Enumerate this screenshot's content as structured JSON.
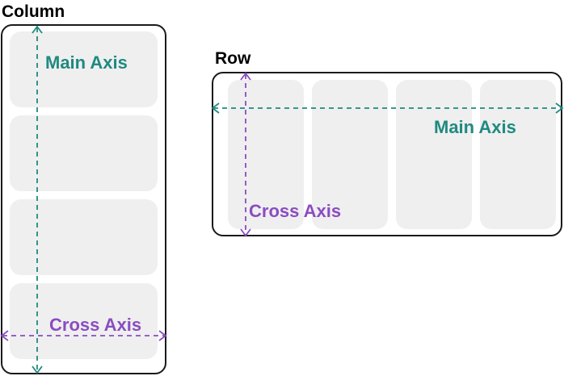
{
  "column": {
    "title": "Column",
    "main_axis_label": "Main Axis",
    "cross_axis_label": "Cross Axis"
  },
  "row": {
    "title": "Row",
    "main_axis_label": "Main Axis",
    "cross_axis_label": "Cross Axis"
  },
  "colors": {
    "main_axis": "#1f8a80",
    "cross_axis": "#8a4cc2",
    "cell_fill": "#efefef",
    "frame_border": "#1a1a1a"
  }
}
